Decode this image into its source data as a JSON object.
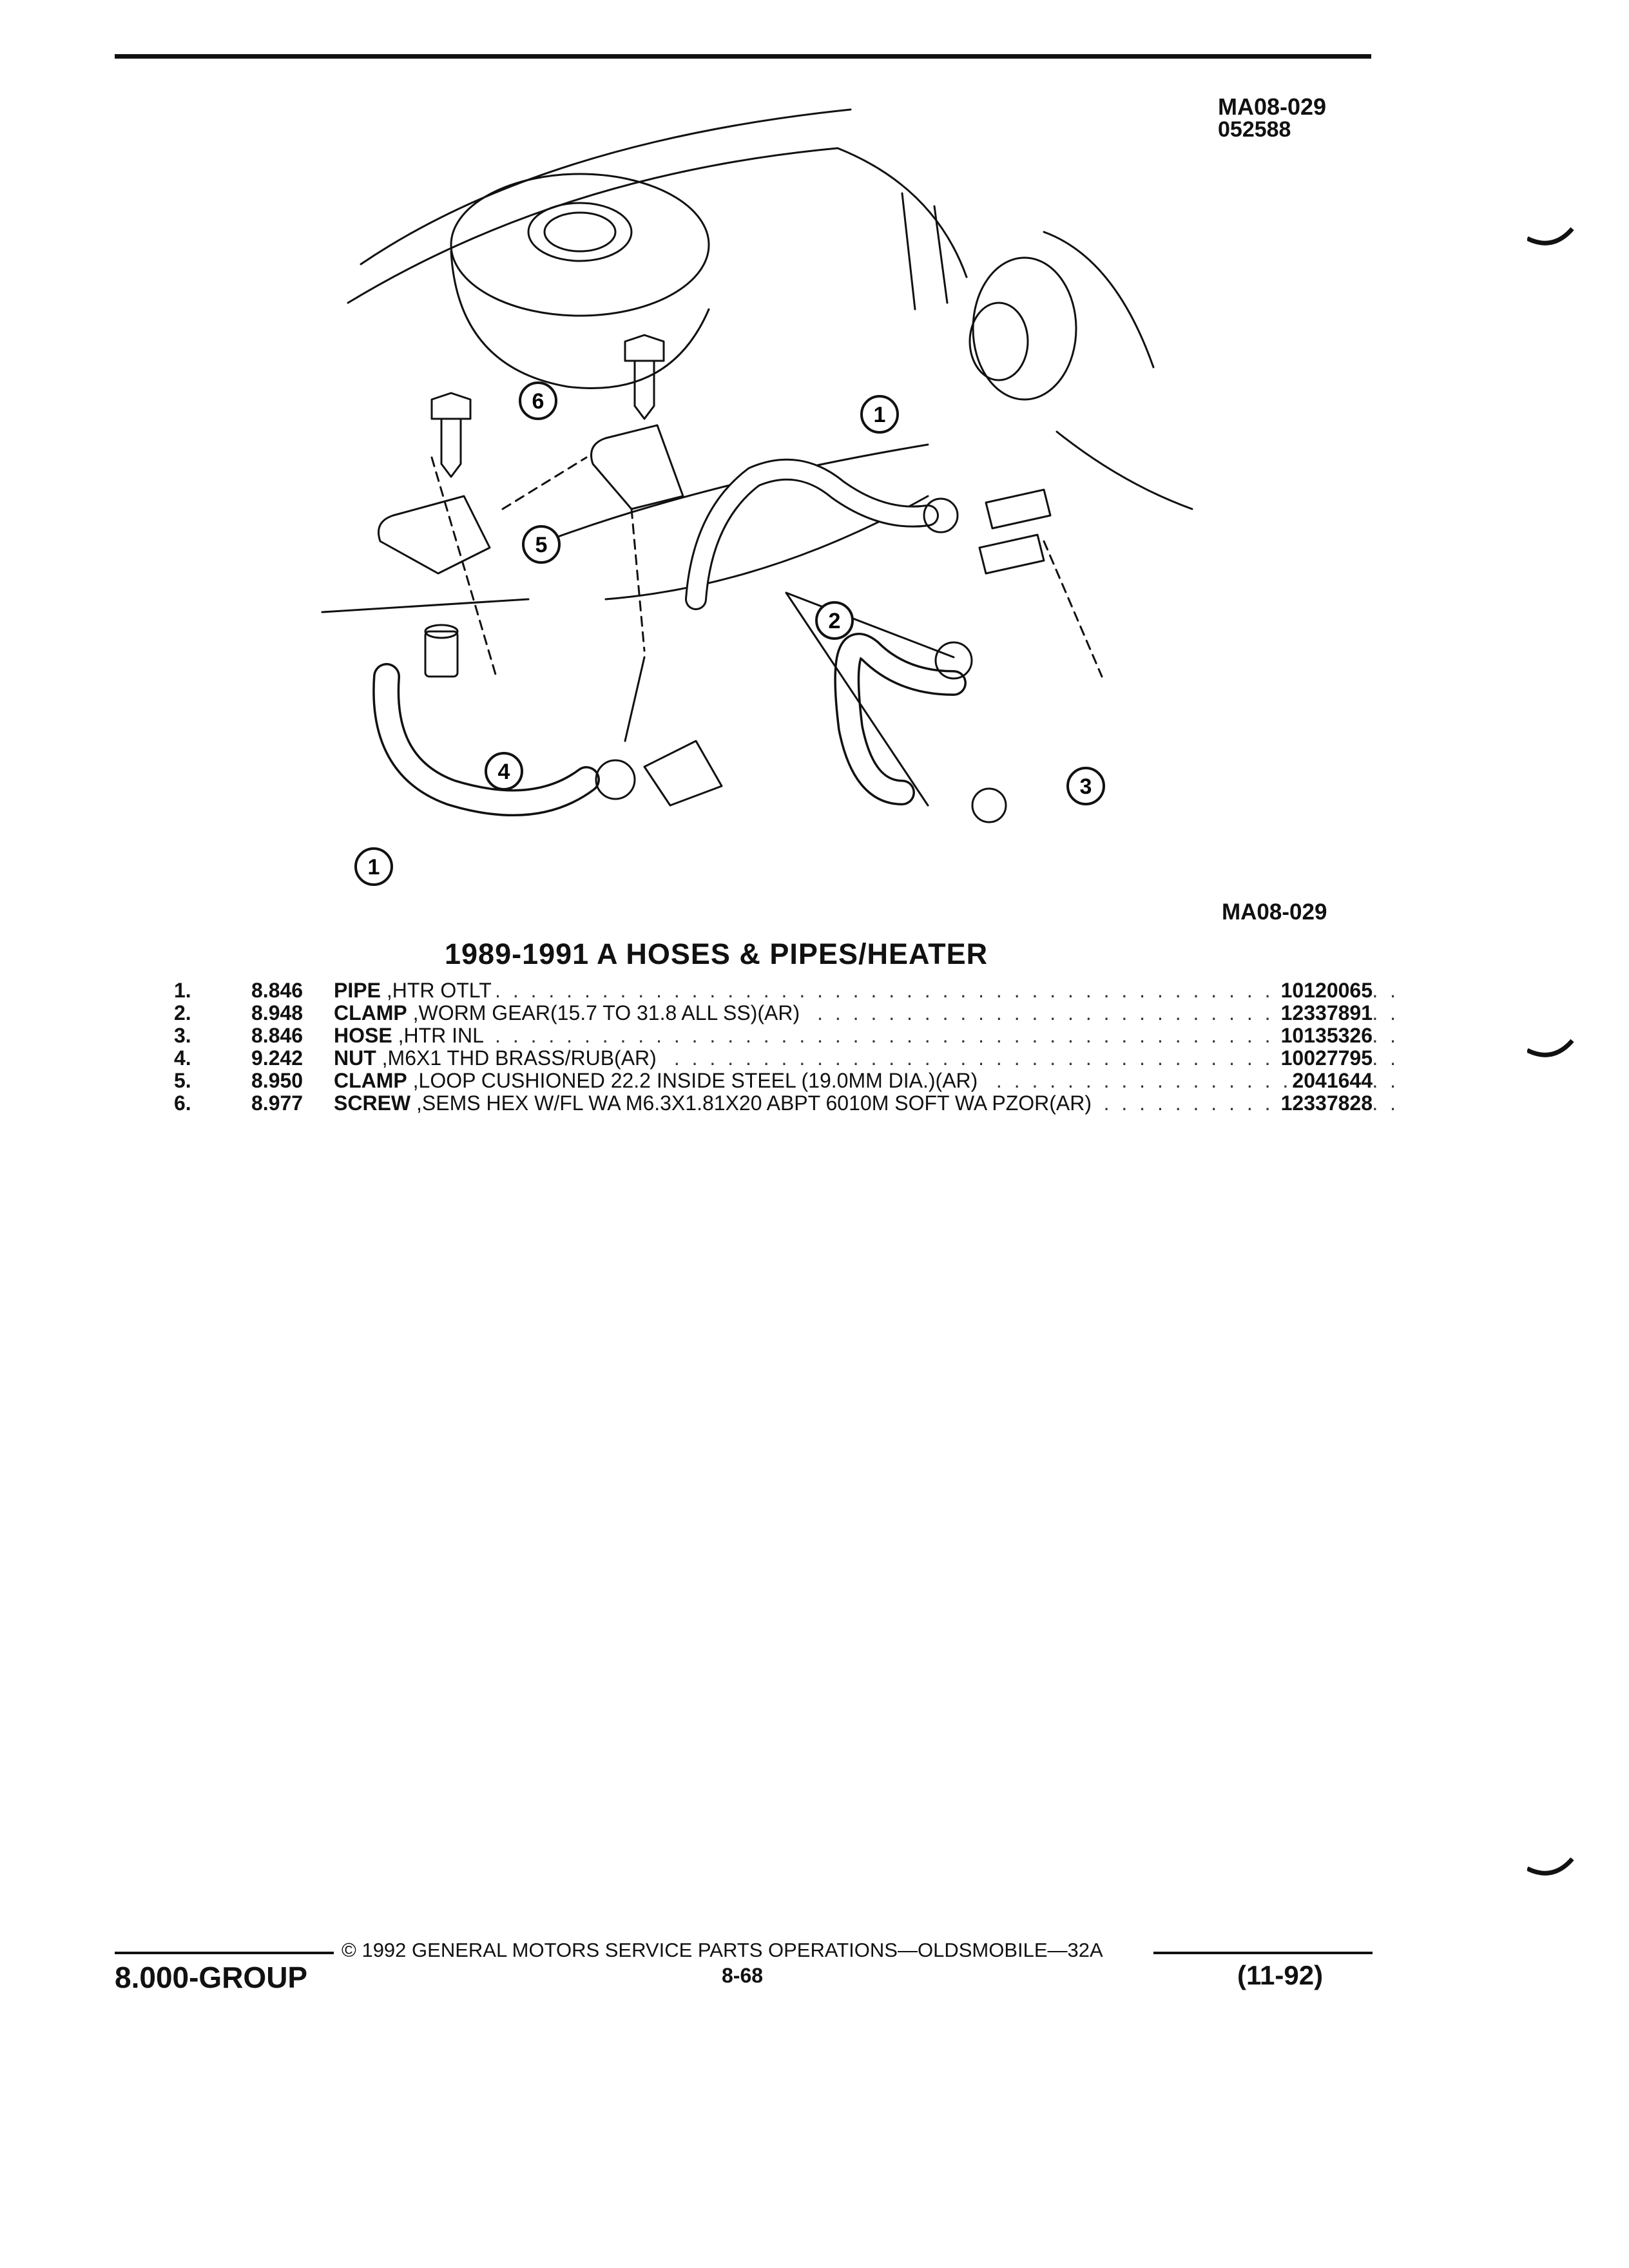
{
  "header": {
    "ref_code": "MA08-029",
    "ref_sub": "052588"
  },
  "figure": {
    "ref_code_bottom": "MA08-029",
    "callouts": [
      "1",
      "2",
      "3",
      "4",
      "5",
      "6",
      "1"
    ]
  },
  "section_title": "1989-1991 A HOSES & PIPES/HEATER",
  "parts": [
    {
      "num": "1.",
      "group": "8.846",
      "name": "PIPE",
      "desc": " ,HTR OTLT",
      "part_no": "10120065"
    },
    {
      "num": "2.",
      "group": "8.948",
      "name": "CLAMP",
      "desc": " ,WORM GEAR(15.7 TO 31.8 ALL SS)(AR)",
      "part_no": "12337891"
    },
    {
      "num": "3.",
      "group": "8.846",
      "name": "HOSE",
      "desc": " ,HTR INL",
      "part_no": "10135326"
    },
    {
      "num": "4.",
      "group": "9.242",
      "name": "NUT",
      "desc": " ,M6X1 THD BRASS/RUB(AR)",
      "part_no": "10027795"
    },
    {
      "num": "5.",
      "group": "8.950",
      "name": "CLAMP",
      "desc": " ,LOOP CUSHIONED 22.2 INSIDE STEEL (19.0MM DIA.)(AR)",
      "part_no": "2041644"
    },
    {
      "num": "6.",
      "group": "8.977",
      "name": "SCREW",
      "desc": " ,SEMS HEX W/FL WA M6.3X1.81X20 ABPT 6010M SOFT WA PZOR(AR)",
      "part_no": "12337828"
    }
  ],
  "footer": {
    "copyright": "© 1992 GENERAL MOTORS SERVICE PARTS OPERATIONS—OLDSMOBILE—32A",
    "group": "8.000-GROUP",
    "page": "8-68",
    "date": "(11-92)"
  }
}
